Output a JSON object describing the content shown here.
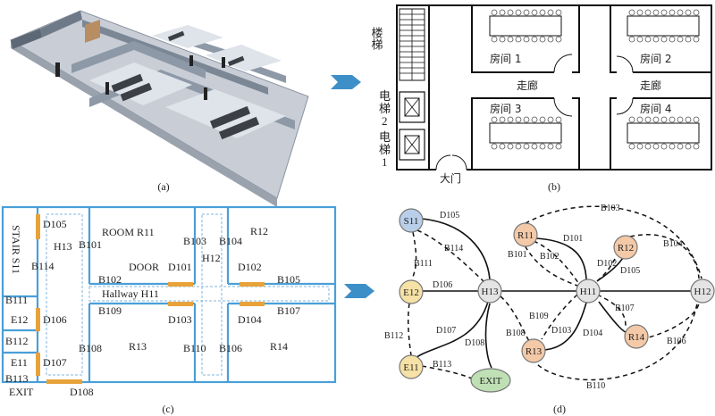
{
  "panel_labels": {
    "a": "(a)",
    "b": "(b)",
    "c": "(c)",
    "d": "(d)"
  },
  "floorplan_b": {
    "stairs": "楼梯",
    "elevator1": [
      "电",
      "梯",
      "1"
    ],
    "elevator2": [
      "电",
      "梯",
      "2"
    ],
    "room1": "房间 1",
    "room2": "房间 2",
    "room3": "房间 3",
    "room4": "房间 4",
    "corridor_left": "走廊",
    "corridor_right": "走廊",
    "main_door": "大门"
  },
  "floorplan_c": {
    "stair": "STAIR S11",
    "exit": "EXIT",
    "room_r11": "ROOM R11",
    "door": "DOOR",
    "hallway": "Hallway H11",
    "r12": "R12",
    "r13": "R13",
    "r14": "R14",
    "h12": "H12",
    "h13": "H13",
    "e11": "E11",
    "e12": "E12",
    "b101": "B101",
    "b102": "B102",
    "b103": "B103",
    "b104": "B104",
    "b105": "B105",
    "b106": "B106",
    "b107": "B107",
    "b108": "B108",
    "b109": "B109",
    "b110": "B110",
    "b111": "B111",
    "b112": "B112",
    "b113": "B113",
    "b114": "B114",
    "d101": "D101",
    "d102": "D102",
    "d103": "D103",
    "d104": "D104",
    "d105": "D105",
    "d106": "D106",
    "d107": "D107",
    "d108": "D108"
  },
  "graph_d": {
    "nodes": {
      "s11": "S11",
      "e12": "E12",
      "e11": "E11",
      "exit": "EXIT",
      "h13": "H13",
      "h11": "H11",
      "h12": "H12",
      "r11": "R11",
      "r12": "R12",
      "r13": "R13",
      "r14": "R14"
    },
    "edges": {
      "d105": "D105",
      "d106": "D106",
      "d107": "D107",
      "d108": "D108",
      "d101": "D101",
      "d102": "D102",
      "d103": "D103",
      "d104": "D104",
      "b101": "B101",
      "b102": "B102",
      "b103": "B103",
      "b104": "B104",
      "b105": "D105",
      "b106": "B106",
      "b107": "B107",
      "b108": "B108",
      "b109": "B109",
      "b110": "B110",
      "b111": "B111",
      "b112": "B112",
      "b113": "B113",
      "b114": "B114"
    }
  },
  "colors": {
    "wall_blue": "#4a9fd8",
    "door_orange": "#e8a23a",
    "node_blue": "#b9cfe9",
    "node_orange": "#f4c9a8",
    "node_yellow": "#f6e1a6",
    "node_gray": "#e4e4e4",
    "node_green": "#bfe0b5",
    "arrow_blue": "#3d8fc8"
  }
}
